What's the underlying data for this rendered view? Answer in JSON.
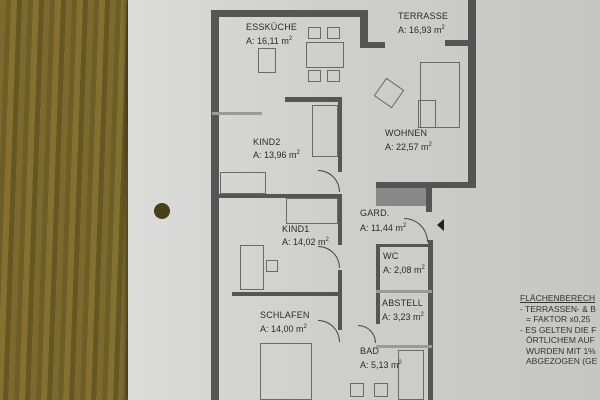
{
  "floorplan": {
    "rooms": [
      {
        "name": "ESSKÜCHE",
        "area": "A: 16,11 m"
      },
      {
        "name": "TERRASSE",
        "area": "A: 16,93 m"
      },
      {
        "name": "KIND2",
        "area": "A: 13,96 m"
      },
      {
        "name": "WOHNEN",
        "area": "A: 22,57 m"
      },
      {
        "name": "GARD.",
        "area": "A: 11,44 m"
      },
      {
        "name": "KIND1",
        "area": "A: 14,02 m"
      },
      {
        "name": "WC",
        "area": "A: 2,08 m"
      },
      {
        "name": "ABSTELL",
        "area": "A: 3,23 m"
      },
      {
        "name": "SCHLAFEN",
        "area": "A: 14,00 m"
      },
      {
        "name": "BAD",
        "area": "A: 5,13 m"
      }
    ],
    "unit_sup": "2"
  },
  "legend": {
    "title": "FLÄCHENBERECH",
    "lines": [
      "- TERRASSEN- & B",
      "  = FAKTOR x0,25",
      "- ES GELTEN DIE F",
      "  ÖRTLICHEM AUF",
      "  WURDEN MIT 1%",
      "  ABGEZOGEN (GE"
    ]
  }
}
